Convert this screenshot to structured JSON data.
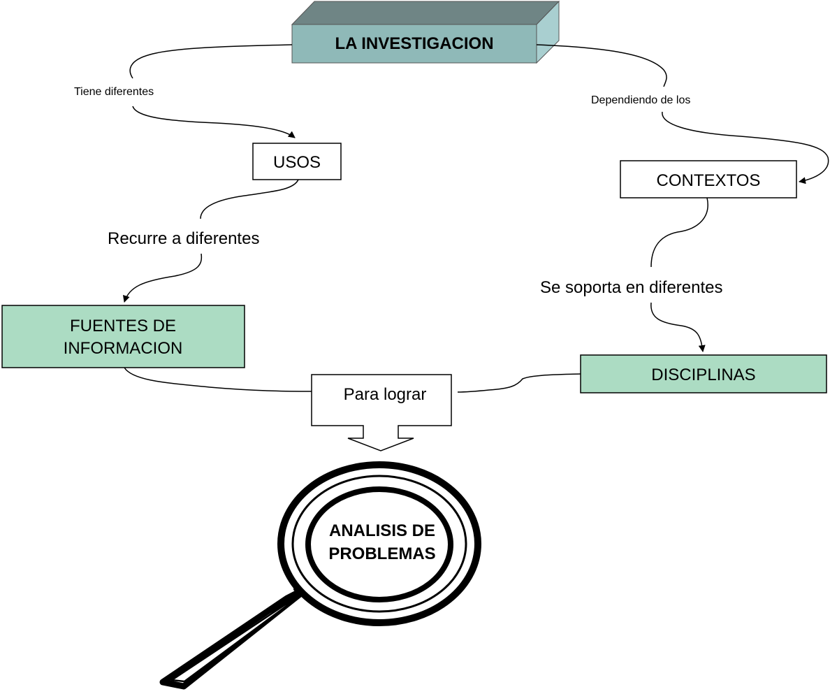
{
  "nodes": {
    "root": "LA INVESTIGACION",
    "usos": "USOS",
    "contextos": "CONTEXTOS",
    "fuentes_line1": "FUENTES DE",
    "fuentes_line2": "INFORMACION",
    "disciplinas": "DISCIPLINAS",
    "para_lograr": "Para lograr",
    "analisis_line1": "ANALISIS DE",
    "analisis_line2": "PROBLEMAS"
  },
  "links": {
    "tiene": "Tiene diferentes",
    "dependiendo": "Dependiendo de los",
    "recurre": "Recurre a diferentes",
    "soporta": "Se soporta en diferentes"
  },
  "colors": {
    "root_front": "#8fb9b8",
    "root_top": "#6f8585",
    "root_side": "#a9cfd0",
    "green_box": "#acdcc3",
    "stroke": "#000000"
  }
}
